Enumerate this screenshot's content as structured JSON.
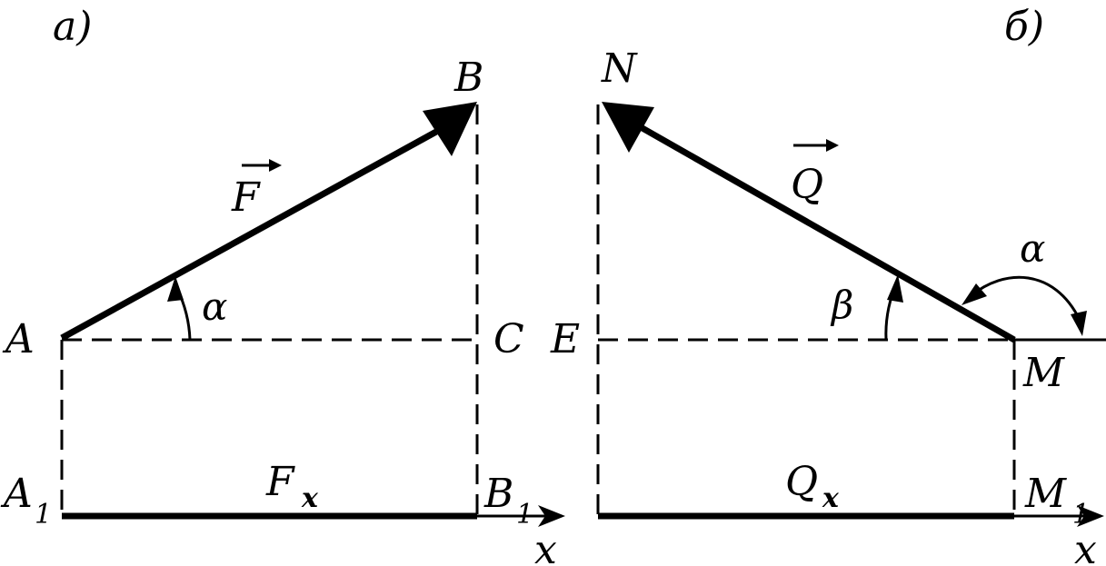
{
  "panels": {
    "a": {
      "tag": "а)",
      "points": {
        "A": "A",
        "B": "B",
        "C": "C",
        "A1_letter": "A",
        "A1_sub": "1",
        "B1_letter": "B",
        "B1_sub": "1"
      },
      "vector_name": "F",
      "projection_letter": "F",
      "projection_sub": "x",
      "angle": "α",
      "axis": "x"
    },
    "b": {
      "tag": "б)",
      "points": {
        "N": "N",
        "E": "E",
        "M": "M",
        "M1_letter": "M",
        "M1_sub": "1"
      },
      "vector_name": "Q",
      "projection_letter": "Q",
      "projection_sub": "x",
      "angle_beta": "β",
      "angle_alpha": "α",
      "axis": "x"
    }
  },
  "colors": {
    "ink": "#000000",
    "background": "#ffffff"
  }
}
